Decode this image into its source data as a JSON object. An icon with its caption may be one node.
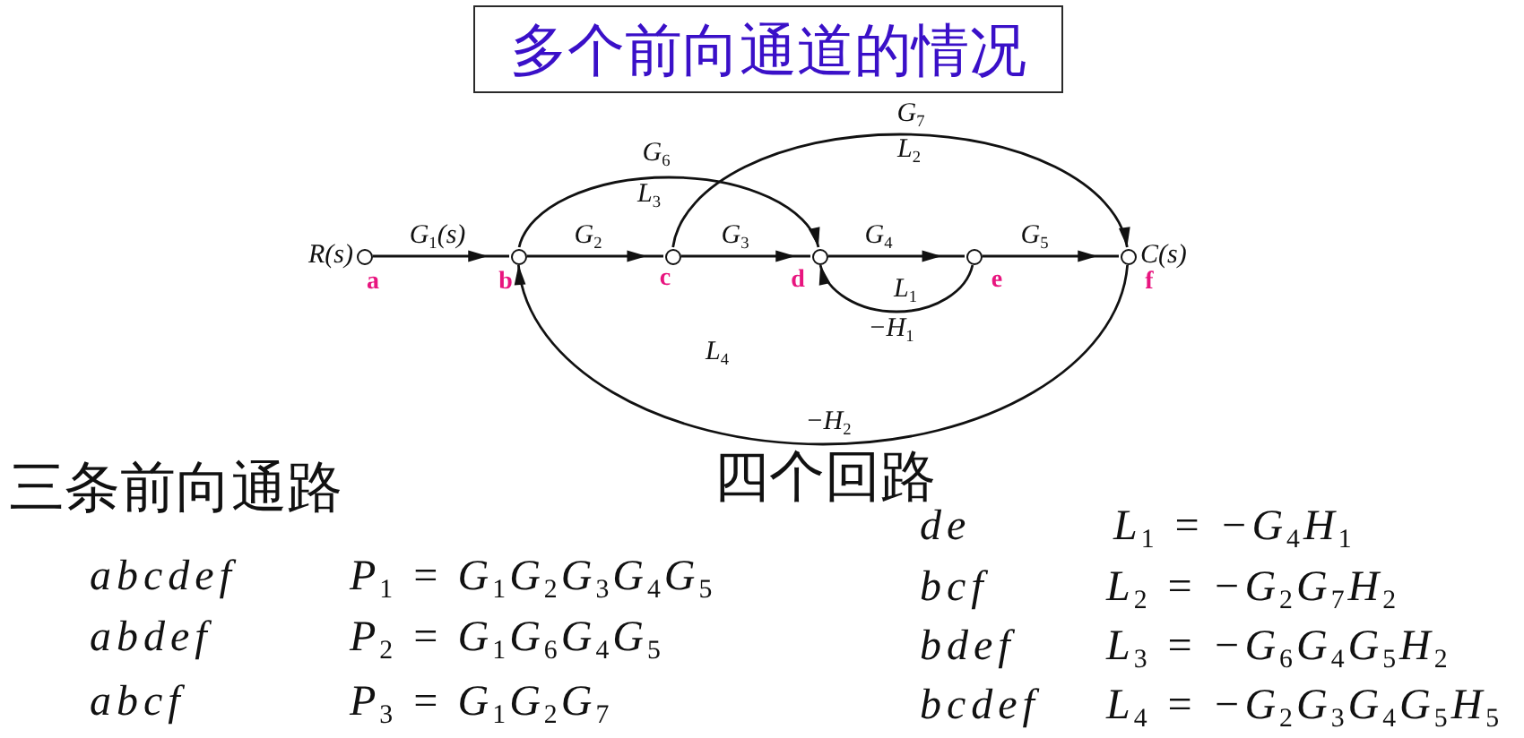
{
  "diagram": {
    "title": "多个前向通道的情况",
    "nodes": [
      {
        "text": [],
        "shape": "circle",
        "beside": [
          "R(s)",
          "a"
        ]
      },
      {
        "text": [],
        "shape": "circle",
        "beside": [
          "b"
        ]
      },
      {
        "text": [],
        "shape": "circle",
        "beside": [
          "c"
        ]
      },
      {
        "text": [],
        "shape": "circle",
        "beside": [
          "d"
        ]
      },
      {
        "text": [],
        "shape": "circle",
        "beside": [
          "e"
        ]
      },
      {
        "text": [],
        "shape": "circle",
        "beside": [
          "C(s)",
          "f"
        ]
      }
    ],
    "edges": [
      {
        "from": 0,
        "to": 1,
        "arrow": "to",
        "label": "G$_{1}$(s)"
      },
      {
        "from": 1,
        "to": 2,
        "arrow": "to",
        "label": "G$_{2}$"
      },
      {
        "from": 2,
        "to": 3,
        "arrow": "to",
        "label": "G$_{3}$"
      },
      {
        "from": 3,
        "to": 4,
        "arrow": "to",
        "label": "G$_{4}$"
      },
      {
        "from": 4,
        "to": 5,
        "arrow": "to",
        "label": "G$_{5}$"
      },
      {
        "from": 1,
        "to": 3,
        "arrow": "to",
        "label": "G$_{6}$"
      },
      {
        "from": 2,
        "to": 5,
        "arrow": "to",
        "label": "G$_{7}$"
      },
      {
        "from": 4,
        "to": 3,
        "arrow": "to",
        "label": "−H$_{1}$"
      },
      {
        "from": 5,
        "to": 1,
        "arrow": "to",
        "label": "−H$_{2}$"
      }
    ],
    "labels": [
      "L$_{2}$",
      "L$_{3}$",
      "L$_{1}$",
      "L$_{4}$",
      "三条前向通路",
      "四个回路",
      "abcdef",
      "P$_{1}$ = G$_{1}$G$_{2}$G$_{3}$G$_{4}$G$_{5}$",
      "abdef",
      "P$_{2}$ = G$_{1}$G$_{6}$G$_{4}$G$_{5}$",
      "abcf",
      "P$_{3}$ = G$_{1}$G$_{2}$G$_{7}$",
      "de",
      "L$_{1}$ = −G$_{4}$H$_{1}$",
      "bcf",
      "L$_{2}$ = −G$_{2}$G$_{7}$H$_{2}$",
      "bdef",
      "L$_{3}$ = −G$_{6}$G$_{4}$G$_{5}$H$_{2}$",
      "bcdef",
      "L$_{4}$ = −G$_{2}$G$_{3}$G$_{4}$G$_{5}$H$_{5}$"
    ]
  }
}
